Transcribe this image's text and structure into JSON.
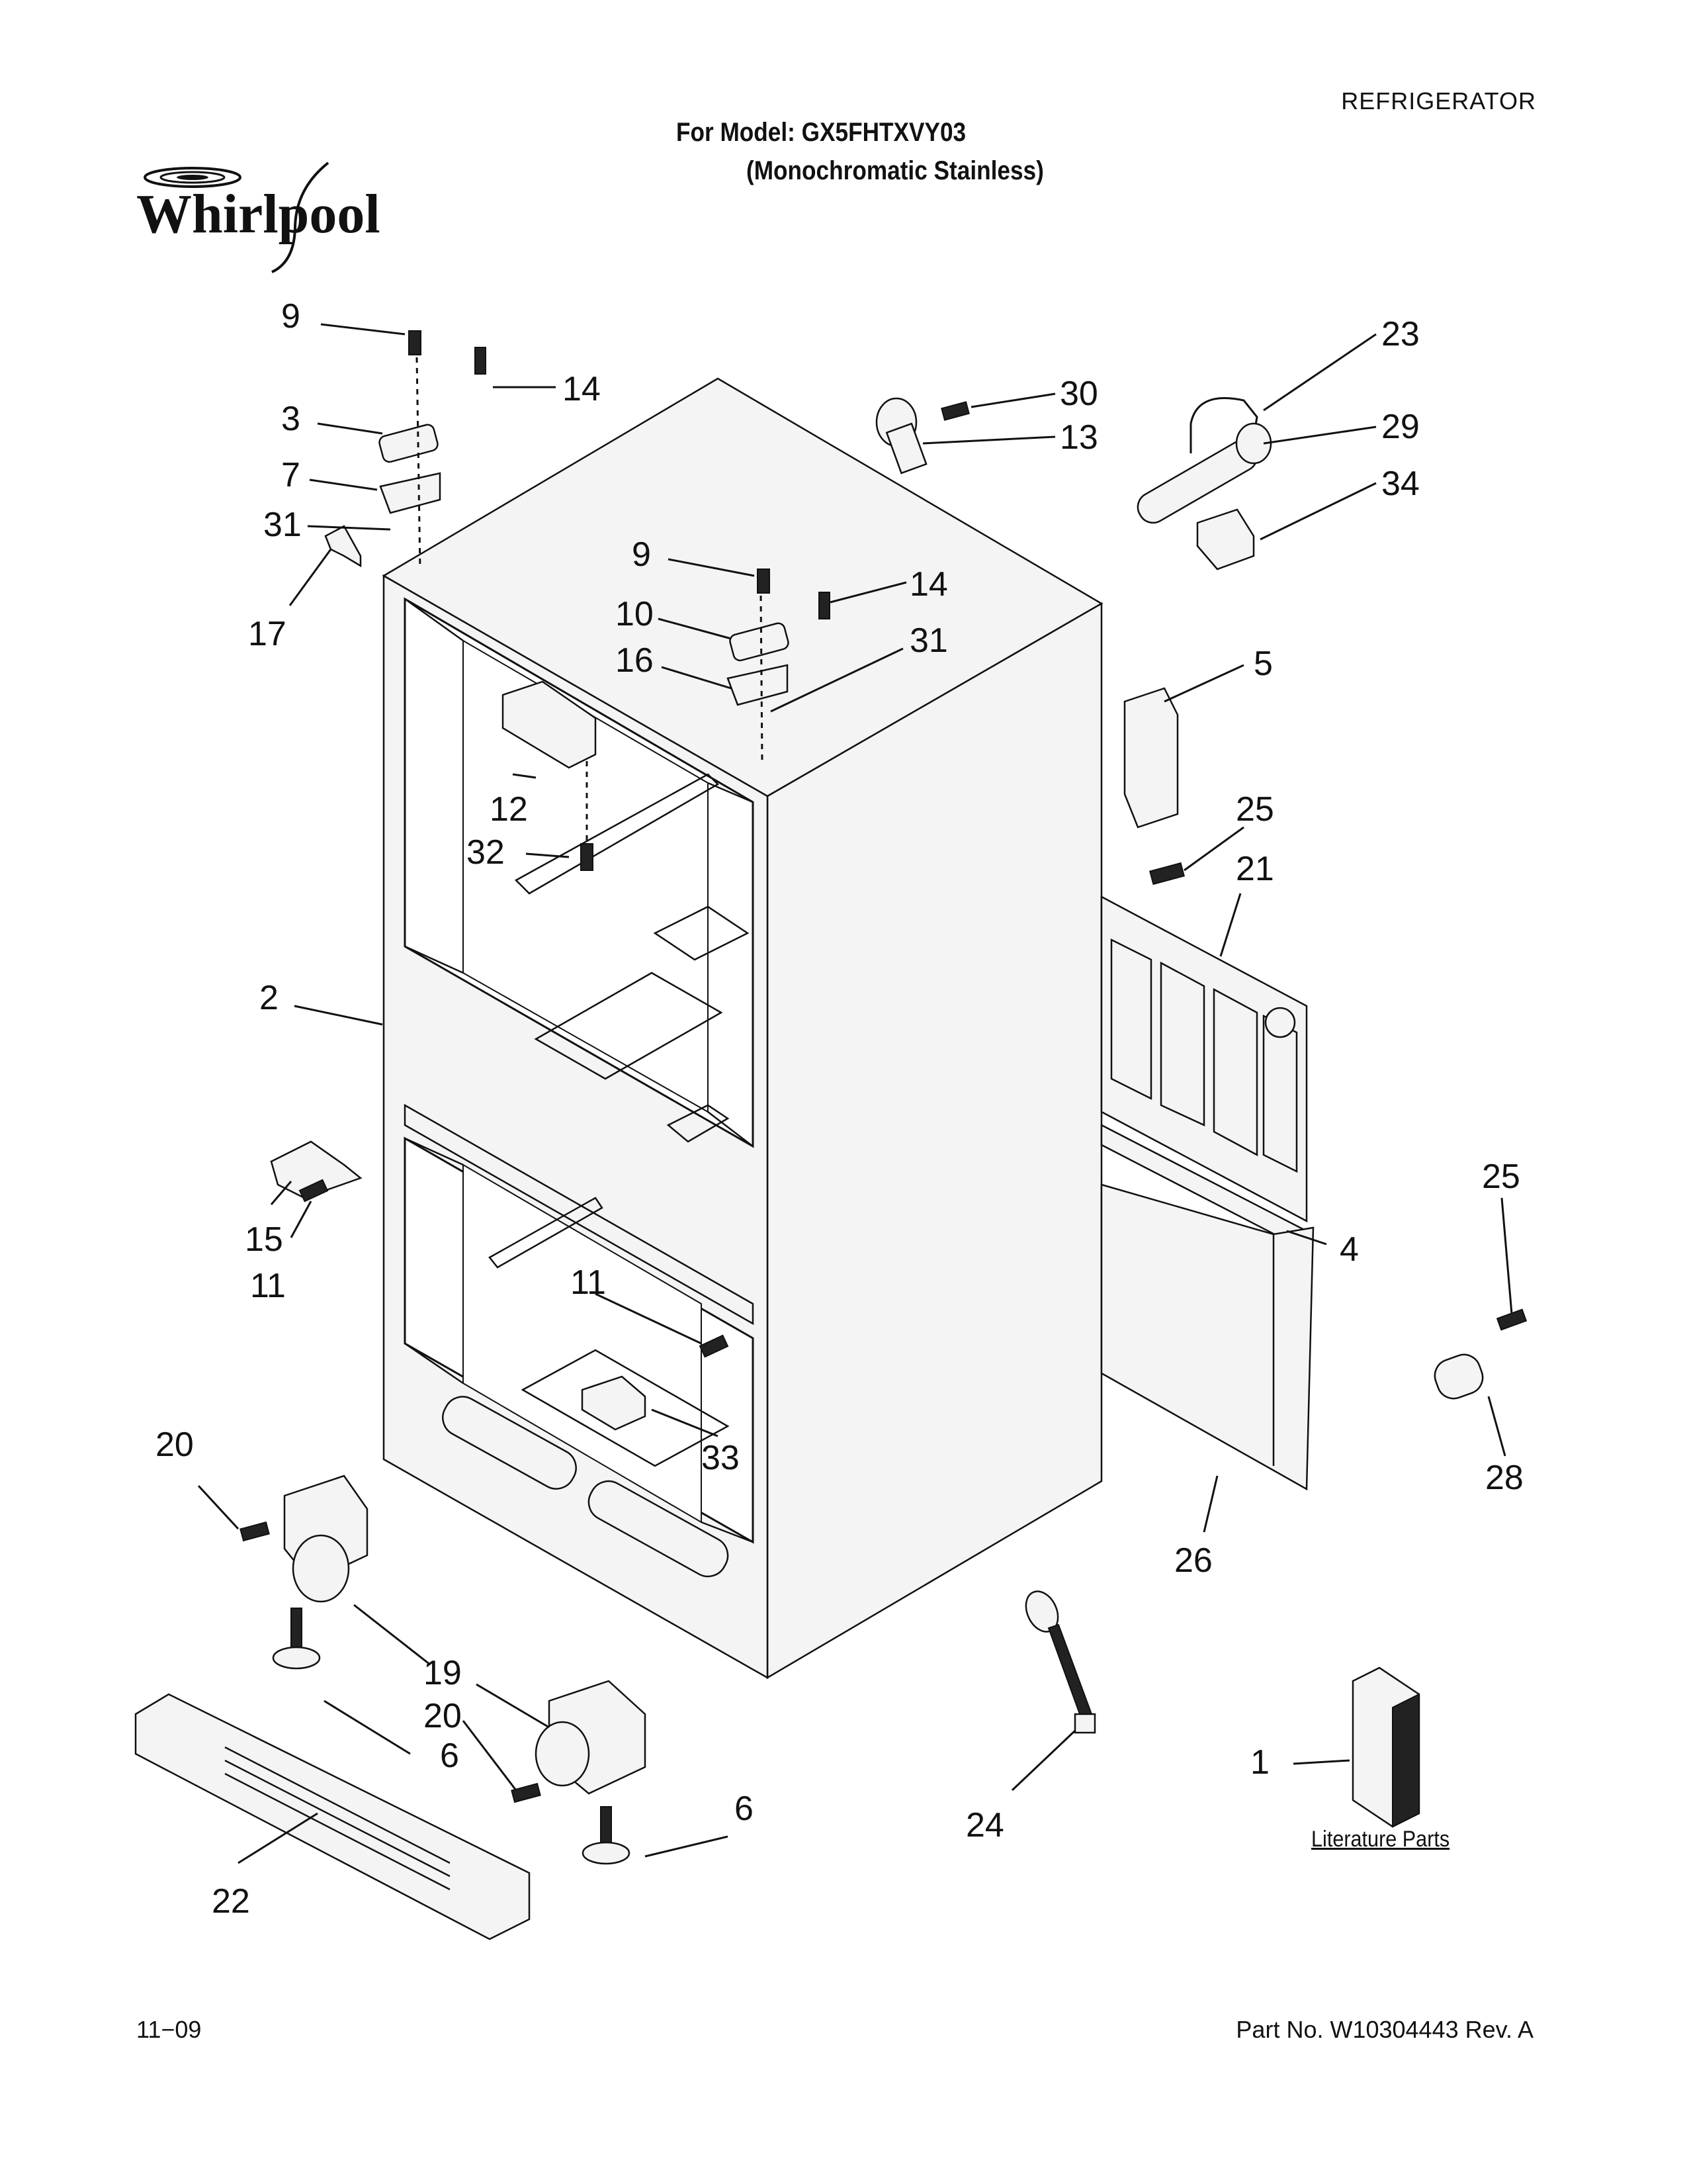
{
  "header": {
    "category": "REFRIGERATOR",
    "model_line": "For Model: GX5FHTXVY03",
    "model_variant": "(Monochromatic Stainless)",
    "brand": "Whirlpool"
  },
  "footer": {
    "date": "11−09",
    "part_number": "Part No. W10304443 Rev. A"
  },
  "literature_label": "Literature Parts",
  "callouts": {
    "c9a": "9",
    "c14a": "14",
    "c3": "3",
    "c7": "7",
    "c31a": "31",
    "c17": "17",
    "c9b": "9",
    "c14b": "14",
    "c10": "10",
    "c16": "16",
    "c31b": "31",
    "c30": "30",
    "c13": "13",
    "c23": "23",
    "c29": "29",
    "c34": "34",
    "c5": "5",
    "c25a": "25",
    "c21": "21",
    "c12": "12",
    "c32": "32",
    "c2": "2",
    "c15": "15",
    "c11a": "11",
    "c11b": "11",
    "c4": "4",
    "c25b": "25",
    "c28": "28",
    "c26": "26",
    "c33": "33",
    "c20a": "20",
    "c19": "19",
    "c20b": "20",
    "c6a": "6",
    "c6b": "6",
    "c22": "22",
    "c24": "24",
    "c1": "1"
  }
}
